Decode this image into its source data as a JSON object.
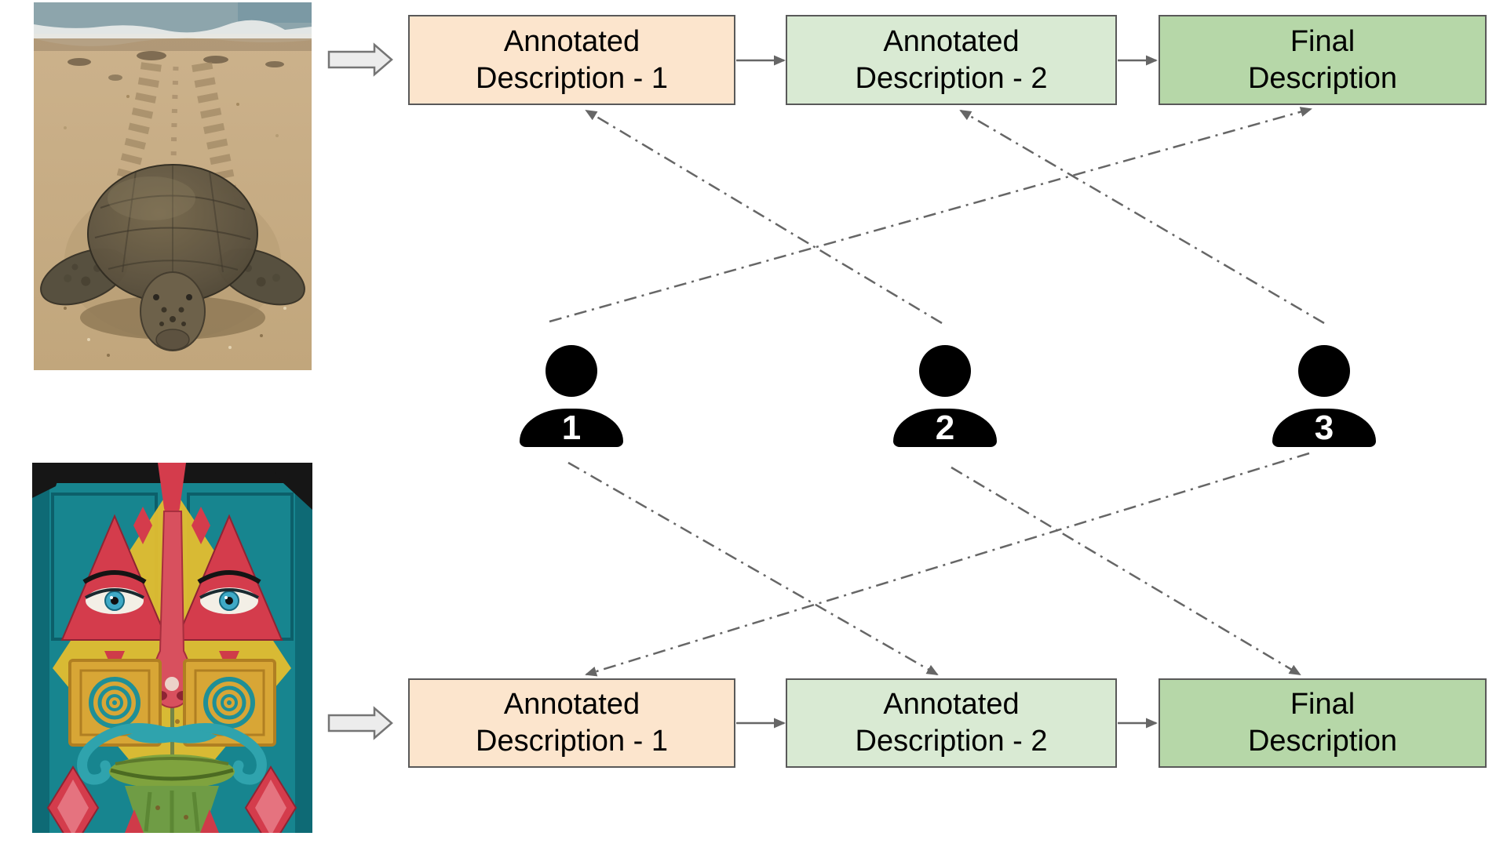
{
  "figure": {
    "type": "annotation-pipeline-diagram",
    "rows": [
      "top",
      "bottom"
    ]
  },
  "photos": [
    {
      "name": "sea-turtle-on-beach",
      "content": "sea turtle crawling over sand toward water leaving flipper tracks"
    },
    {
      "name": "painted-door-face-mural",
      "content": "teal double door painted with symmetric face: red eye triangles, spiral cheeks, teal mustache, green lips, red diamonds"
    }
  ],
  "boxes": {
    "top": [
      {
        "line1": "Annotated",
        "line2": "Description - 1",
        "fill": "#fce5cd"
      },
      {
        "line1": "Annotated",
        "line2": "Description - 2",
        "fill": "#d9ead3"
      },
      {
        "line1": "Final",
        "line2": "Description",
        "fill": "#b6d7a8"
      }
    ],
    "bottom": [
      {
        "line1": "Annotated",
        "line2": "Description - 1",
        "fill": "#fce5cd"
      },
      {
        "line1": "Annotated",
        "line2": "Description - 2",
        "fill": "#d9ead3"
      },
      {
        "line1": "Final",
        "line2": "Description",
        "fill": "#b6d7a8"
      }
    ]
  },
  "annotators": [
    {
      "number": "1"
    },
    {
      "number": "2"
    },
    {
      "number": "3"
    }
  ],
  "assignment_lines": {
    "top": [
      {
        "from": "annotator-2",
        "to": "top-box-1"
      },
      {
        "from": "annotator-3",
        "to": "top-box-2"
      },
      {
        "from": "annotator-1",
        "to": "top-box-3"
      }
    ],
    "bottom": [
      {
        "from": "annotator-3",
        "to": "bottom-box-1"
      },
      {
        "from": "annotator-1",
        "to": "bottom-box-2"
      },
      {
        "from": "annotator-2",
        "to": "bottom-box-3"
      }
    ]
  },
  "colors": {
    "canvas_background": "#ffffff",
    "box_orange_fill": "#fce5cd",
    "box_light_green_fill": "#d9ead3",
    "box_green_fill": "#b6d7a8",
    "box_border": "#595959",
    "connector_gray": "#666666",
    "block_arrow_fill": "#ececec",
    "block_arrow_border": "#757575",
    "person_icon": "#000000",
    "person_number_text": "#ffffff"
  }
}
